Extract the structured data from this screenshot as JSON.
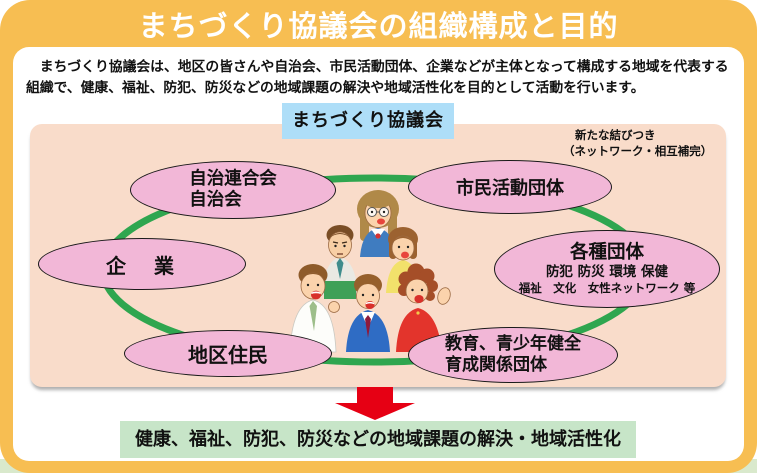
{
  "colors": {
    "frame_orange": "#F7BE52",
    "badge_blue": "#AEDEF8",
    "panel_pink": "#F9DCCA",
    "ellipse_pink": "#F2B7D7",
    "ring_green": "#2FA64F",
    "arrow_red": "#E60014",
    "banner_green": "#C7E5C8",
    "page_bottom_green": "#D9E9CC"
  },
  "header": {
    "title": "まちづくり協議会の組織構成と目的"
  },
  "intro": {
    "line1": "　まちづくり協議会は、地区の皆さんや自治会、市民活動団体、企業などが主体となって構成する地域を代表する",
    "line2": "組織で、健康、福祉、防犯、防災などの地域課題の解決や地域活性化を目的として活動を行います。"
  },
  "diagram": {
    "council_badge": "まちづくり協議会",
    "note": {
      "line1": "新たな結びつき",
      "line2": "（ネットワーク・相互補完）"
    },
    "members": {
      "jichiren": {
        "line1": "自治連合会",
        "line2": "自治会"
      },
      "shimin": {
        "label": "市民活動団体"
      },
      "kigyo": {
        "label": "企　業"
      },
      "kakushu": {
        "line1": "各種団体",
        "line2": "防犯 防災 環境 保健",
        "line3": "福祉　文化　女性ネットワーク 等"
      },
      "chiku": {
        "label": "地区住民"
      },
      "kyoiku": {
        "line1": "教育、青少年健全",
        "line2": "育成関係団体"
      }
    },
    "illustration": "group-of-residents-illustration"
  },
  "goal": {
    "banner": "健康、福祉、防犯、防災などの地域課題の解決・地域活性化"
  }
}
